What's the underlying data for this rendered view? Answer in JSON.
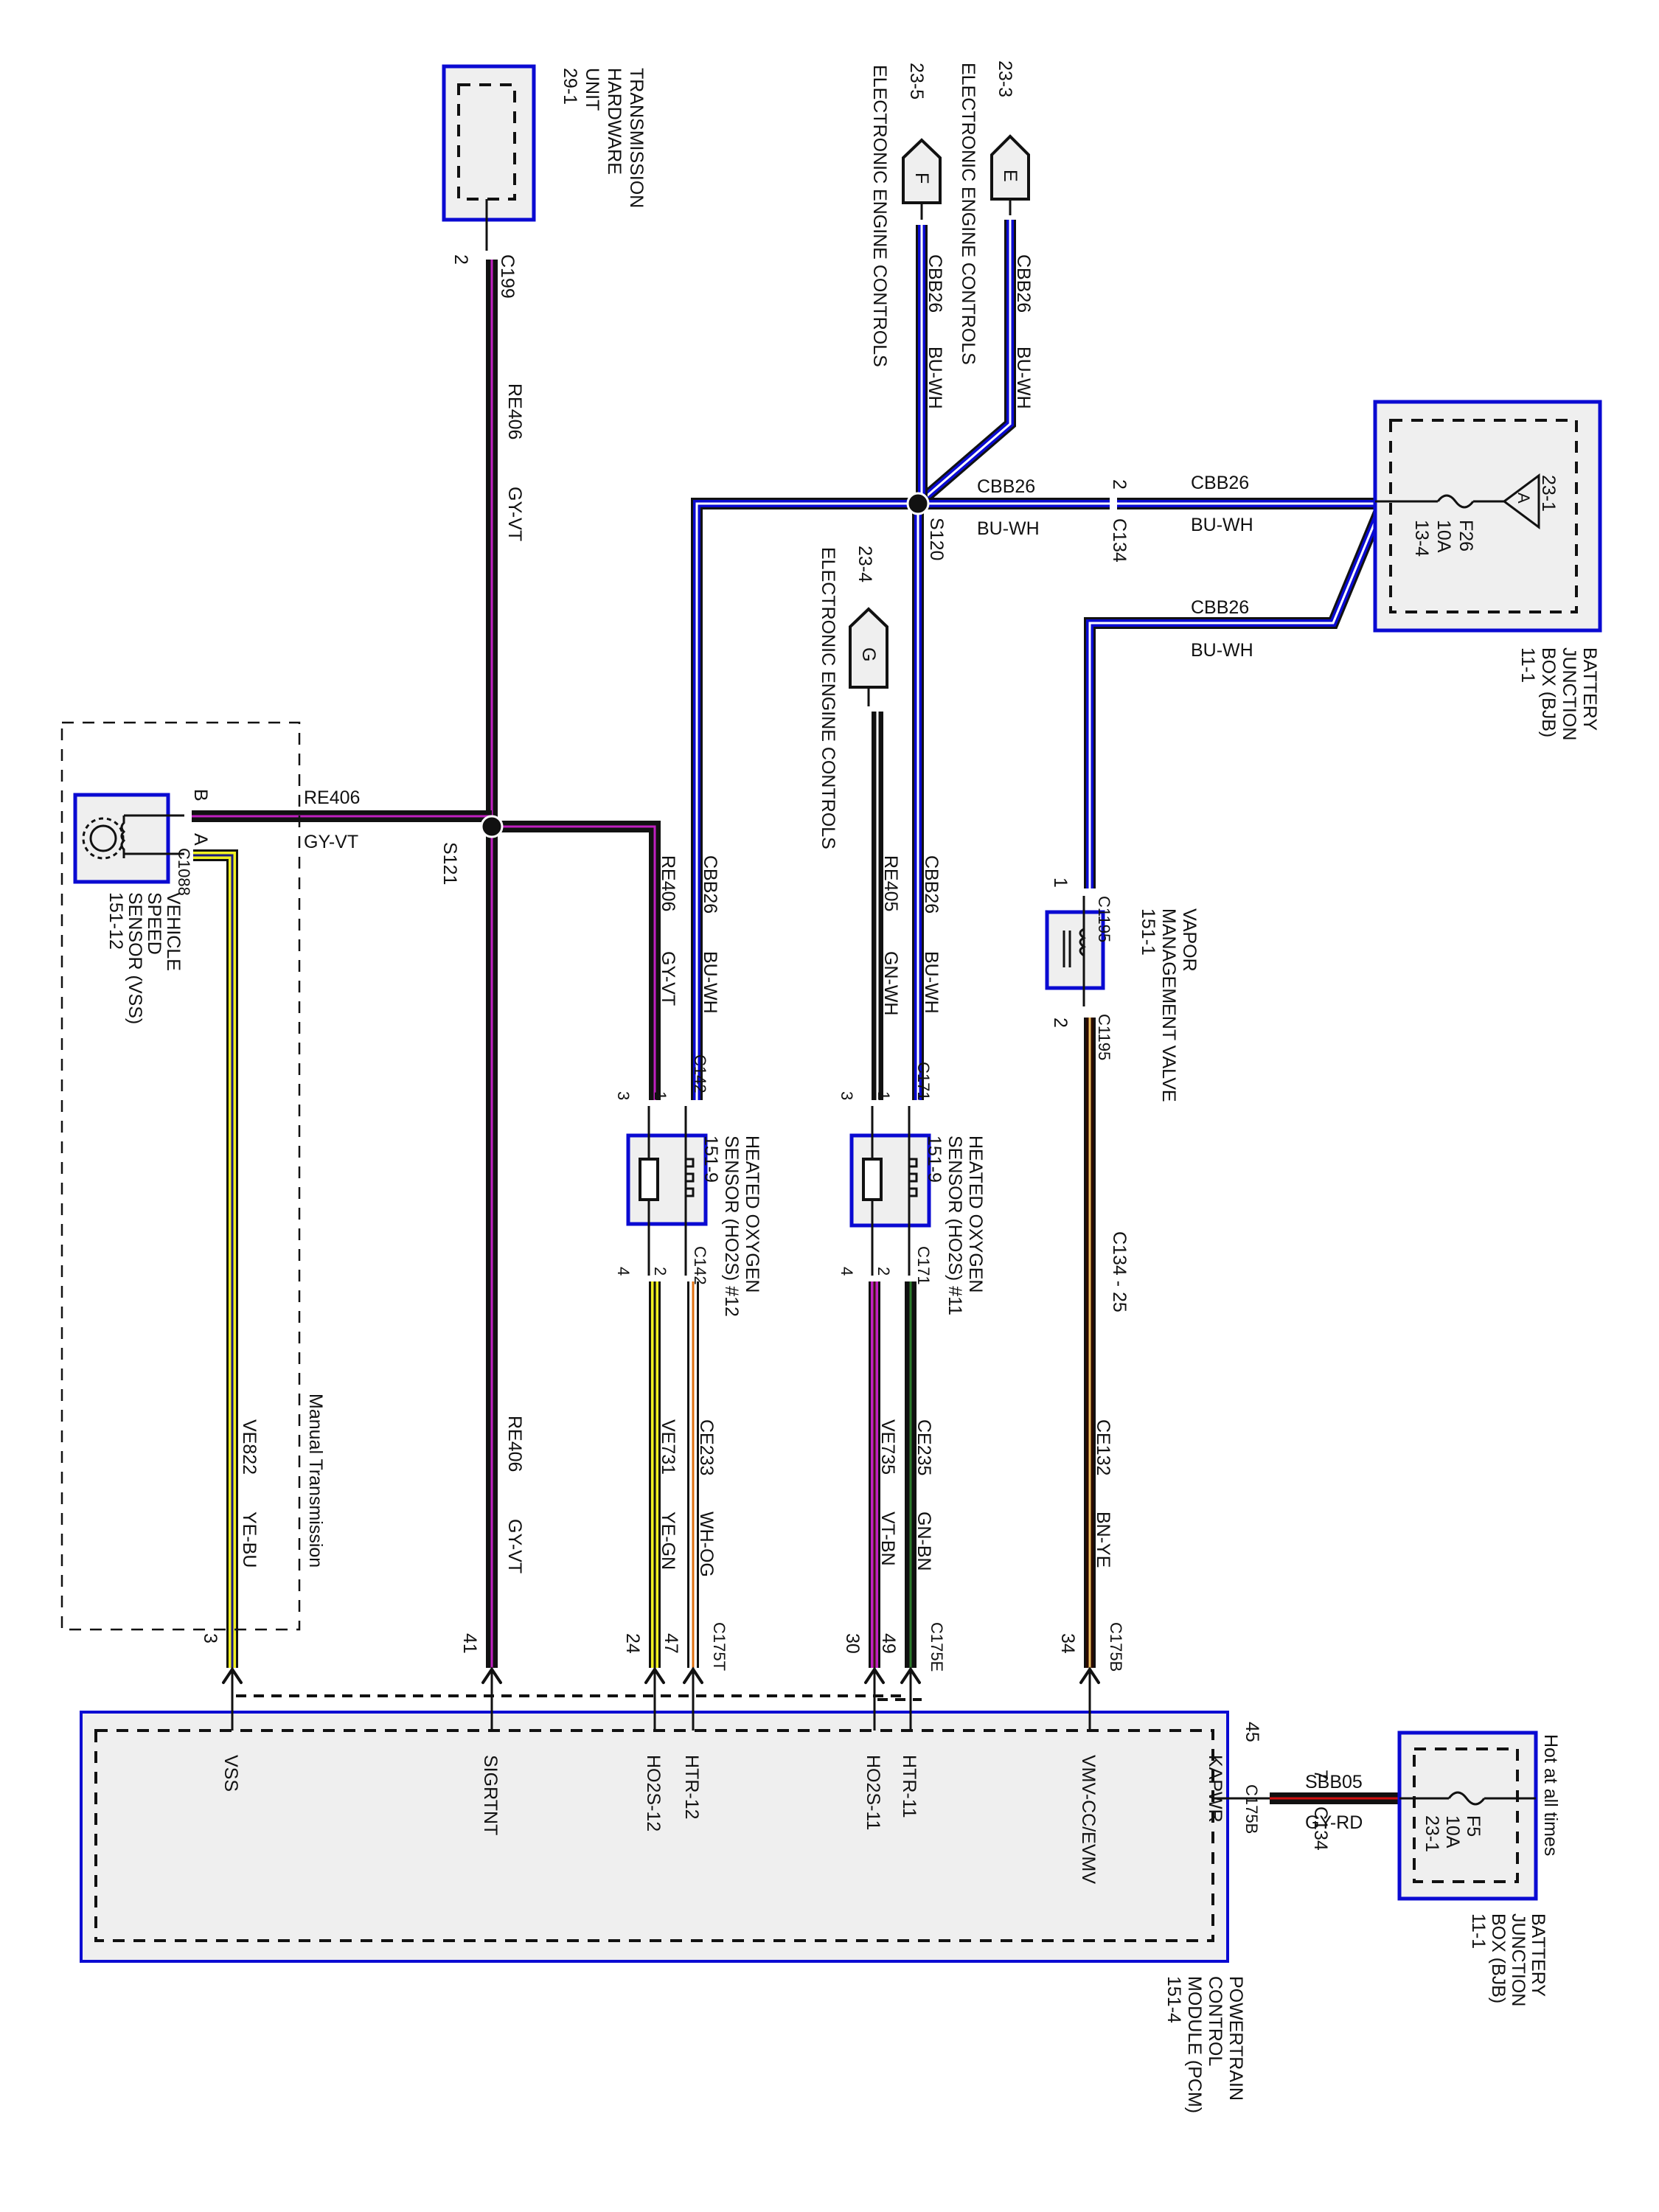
{
  "diagram": {
    "title": "Powertrain Control Module wiring (VSS, HO2S, VMV)",
    "orientation": "rotated 90 degrees clockwise",
    "wire_colors": {
      "BU-WH": {
        "base": "#0a0ad2",
        "stripe": "#ffffff"
      },
      "GY-VT": {
        "base": "#111111",
        "stripe": "#c020c0"
      },
      "GN-WH": {
        "base": "#111111",
        "stripe": "#ffffff"
      },
      "YE-BU": {
        "base": "#f0f020",
        "stripe": "#1a1a80"
      },
      "YE-GN": {
        "base": "#f0f020",
        "stripe": "#111111"
      },
      "WH-OG": {
        "base": "#ffffff",
        "stripe": "#e07010"
      },
      "VT-BN": {
        "base": "#c020c0",
        "stripe": "#3a1a0a"
      },
      "GN-BN": {
        "base": "#111111",
        "stripe": "#2a7a2a"
      },
      "BN-YE": {
        "base": "#2a0a00",
        "stripe": "#f0c060"
      },
      "GY-RD": {
        "base": "#111111",
        "stripe": "#d01010"
      }
    }
  },
  "components": {
    "transmission_hardware_unit": {
      "name_lines": [
        "TRANSMISSION",
        "HARDWARE",
        "UNIT",
        "29-1"
      ],
      "connector": "C199",
      "pin": "2"
    },
    "ref_e": {
      "letter": "E",
      "page": "23-3",
      "label": "ELECTRONIC ENGINE CONTROLS"
    },
    "ref_f": {
      "letter": "F",
      "page": "23-5",
      "label": "ELECTRONIC ENGINE CONTROLS"
    },
    "ref_g": {
      "letter": "G",
      "page": "23-4",
      "label": "ELECTRONIC ENGINE CONTROLS"
    },
    "bjb_top": {
      "name_lines": [
        "BATTERY",
        "JUNCTION",
        "BOX (BJB)",
        "11-1"
      ],
      "ref": "23-1",
      "ref_letter": "A",
      "fuse": "F26",
      "rating": "10A",
      "fuse_page": "13-4"
    },
    "bjb_bottom": {
      "name_lines": [
        "BATTERY",
        "JUNCTION",
        "BOX (BJB)",
        "11-1"
      ],
      "hot_label": "Hot at all times",
      "fuse": "F5",
      "rating": "10A",
      "fuse_page": "23-1"
    },
    "vss": {
      "name_lines": [
        "VEHICLE",
        "SPEED",
        "SENSOR (VSS)",
        "151-12"
      ],
      "connector": "C1088",
      "pin_b": "B",
      "pin_a": "A",
      "region_label": "Manual Transmission"
    },
    "vmv": {
      "name_lines": [
        "VAPOR",
        "MANAGEMENT VALVE",
        "151-1"
      ],
      "connector": "C1195",
      "pin_top": "1",
      "pin_bottom": "2"
    },
    "ho2s_12": {
      "name_lines": [
        "HEATED OXYGEN",
        "SENSOR (HO2S) #12",
        "151-9"
      ],
      "connector": "C142",
      "pins": [
        "3",
        "1",
        "4",
        "2"
      ]
    },
    "ho2s_11": {
      "name_lines": [
        "HEATED OXYGEN",
        "SENSOR (HO2S) #11",
        "151-9"
      ],
      "connector": "C171",
      "pins": [
        "3",
        "1",
        "4",
        "2"
      ]
    },
    "pcm": {
      "name_lines": [
        "POWERTRAIN",
        "CONTROL",
        "MODULE (PCM)",
        "151-4"
      ],
      "pins": [
        {
          "name": "VSS",
          "pin": "3",
          "connector": ""
        },
        {
          "name": "SIGRTNT",
          "pin": "41",
          "connector": ""
        },
        {
          "name": "HO2S-12",
          "pin": "24",
          "connector": ""
        },
        {
          "name": "HTR-12",
          "pin": "47",
          "connector": "C175T"
        },
        {
          "name": "HO2S-11",
          "pin": "30",
          "connector": ""
        },
        {
          "name": "HTR-11",
          "pin": "49",
          "connector": "C175E"
        },
        {
          "name": "VMV-CC/EVMV",
          "pin": "34",
          "connector": "C175B"
        },
        {
          "name": "KAPWR",
          "pin": "45",
          "connector": "C175B"
        }
      ]
    }
  },
  "splices": [
    {
      "id": "S120"
    },
    {
      "id": "S121"
    }
  ],
  "inline_connectors": [
    {
      "id": "C134",
      "pin": "2"
    },
    {
      "id": "C134",
      "pin": "7"
    },
    {
      "id": "C134 - 25",
      "pin": ""
    }
  ],
  "wires": [
    {
      "id": "w-re406-top",
      "circuit": "RE406",
      "color": "GY-VT"
    },
    {
      "id": "w-re406-vss",
      "circuit": "RE406",
      "color": "GY-VT"
    },
    {
      "id": "w-re406-ho2s12",
      "circuit": "RE406",
      "color": "GY-VT"
    },
    {
      "id": "w-re406-pcm",
      "circuit": "RE406",
      "color": "GY-VT"
    },
    {
      "id": "w-cbb26-e",
      "circuit": "CBB26",
      "color": "BU-WH"
    },
    {
      "id": "w-cbb26-f",
      "circuit": "CBB26",
      "color": "BU-WH"
    },
    {
      "id": "w-cbb26-s120-c134",
      "circuit": "CBB26",
      "color": "BU-WH"
    },
    {
      "id": "w-cbb26-c134-bjb",
      "circuit": "CBB26",
      "color": "BU-WH"
    },
    {
      "id": "w-cbb26-bjb-vmv",
      "circuit": "CBB26",
      "color": "BU-WH"
    },
    {
      "id": "w-cbb26-ho2s12",
      "circuit": "CBB26",
      "color": "BU-WH"
    },
    {
      "id": "w-cbb26-ho2s11",
      "circuit": "CBB26",
      "color": "BU-WH"
    },
    {
      "id": "w-re405",
      "circuit": "RE405",
      "color": "GN-WH"
    },
    {
      "id": "w-ve822",
      "circuit": "VE822",
      "color": "YE-BU"
    },
    {
      "id": "w-ve731",
      "circuit": "VE731",
      "color": "YE-GN"
    },
    {
      "id": "w-ce233",
      "circuit": "CE233",
      "color": "WH-OG"
    },
    {
      "id": "w-ve735",
      "circuit": "VE735",
      "color": "VT-BN"
    },
    {
      "id": "w-ce235",
      "circuit": "CE235",
      "color": "GN-BN"
    },
    {
      "id": "w-ce132",
      "circuit": "CE132",
      "color": "BN-YE"
    },
    {
      "id": "w-sbb05",
      "circuit": "SBB05",
      "color": "GY-RD"
    }
  ]
}
